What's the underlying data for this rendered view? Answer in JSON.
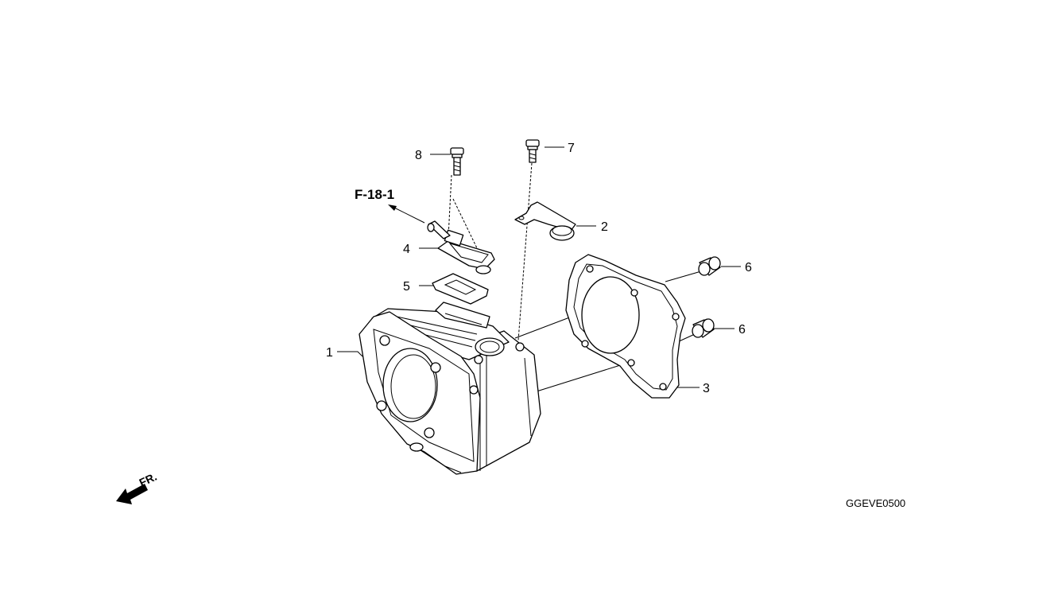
{
  "callouts": {
    "p1": "1",
    "p2": "2",
    "p3": "3",
    "p4": "4",
    "p5": "5",
    "p6a": "6",
    "p6b": "6",
    "p7": "7",
    "p8": "8"
  },
  "reference": "F-18-1",
  "direction_label": "FR.",
  "diagram_code": "GGEVE0500"
}
